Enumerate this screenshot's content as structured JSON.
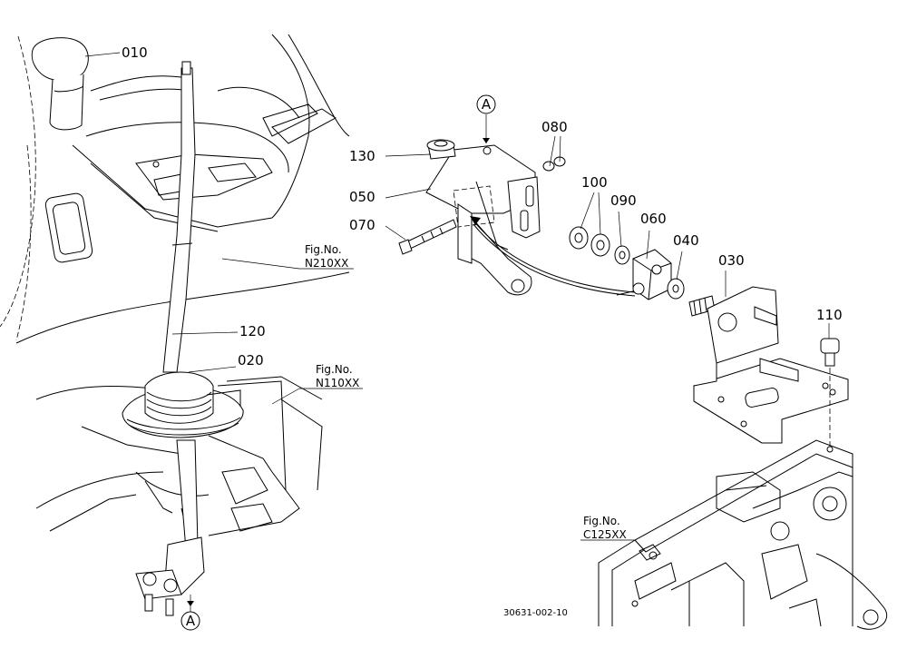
{
  "diagram": {
    "part_labels": {
      "p010": "010",
      "p120": "120",
      "p020": "020",
      "p130": "130",
      "p050": "050",
      "p070": "070",
      "p080": "080",
      "p100": "100",
      "p090": "090",
      "p060": "060",
      "p040": "040",
      "p030": "030",
      "p110": "110"
    },
    "section_markers": {
      "top": "A",
      "bottom": "A"
    },
    "figure_references": [
      {
        "title": "Fig.No.",
        "code": "N210XX"
      },
      {
        "title": "Fig.No.",
        "code": "N110XX"
      },
      {
        "title": "Fig.No.",
        "code": "C125XX"
      }
    ],
    "drawing_code": "30631-002-10"
  }
}
